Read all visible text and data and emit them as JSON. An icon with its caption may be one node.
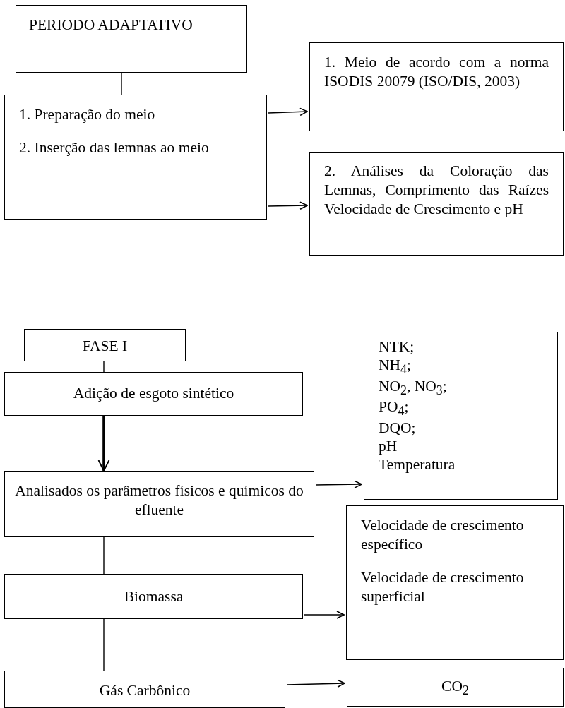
{
  "diagram": {
    "nodes": [
      {
        "text": [
          "PERIODO ADAPTATIVO"
        ]
      },
      {
        "text": [
          "1. Preparação do meio",
          "2. Inserção das lemnas ao meio"
        ]
      },
      {
        "text": [
          "1. Meio de acordo com a norma ISODIS 20079 (ISO/DIS, 2003)"
        ]
      },
      {
        "text": [
          "2. Análises da Coloração das Lemnas, Comprimento das Raízes Velocidade de Crescimento e pH"
        ]
      },
      {
        "text": [
          "FASE I"
        ]
      },
      {
        "text": [
          "Adição de esgoto sintético"
        ]
      },
      {
        "text": [
          "Analisados os parâmetros físicos e químicos do efluente"
        ]
      },
      {
        "text": [
          "NTK;",
          "NH$_{4}$;",
          "NO$_{2}$, NO$_{3}$;",
          "PO$_{4}$;",
          "DQO;",
          "pH",
          "Temperatura"
        ]
      },
      {
        "text": [
          "Velocidade de crescimento específico",
          "Velocidade de crescimento superficial"
        ]
      },
      {
        "text": [
          "Biomassa"
        ]
      },
      {
        "text": [
          "Gás Carbônico"
        ]
      },
      {
        "text": [
          "CO$_{2}$"
        ]
      }
    ],
    "edges": [
      {
        "from": 0,
        "to": 1,
        "arrow": "none"
      },
      {
        "from": 1,
        "to": 2,
        "arrow": "to"
      },
      {
        "from": 1,
        "to": 3,
        "arrow": "to"
      },
      {
        "from": 4,
        "to": 5,
        "arrow": "none"
      },
      {
        "from": 5,
        "to": 6,
        "arrow": "to",
        "style": "thick"
      },
      {
        "from": 6,
        "to": 7,
        "arrow": "to"
      },
      {
        "from": 6,
        "to": 9,
        "arrow": "none"
      },
      {
        "from": 9,
        "to": 8,
        "arrow": "to"
      },
      {
        "from": 9,
        "to": 10,
        "arrow": "none"
      },
      {
        "from": 10,
        "to": 11,
        "arrow": "to"
      }
    ]
  }
}
